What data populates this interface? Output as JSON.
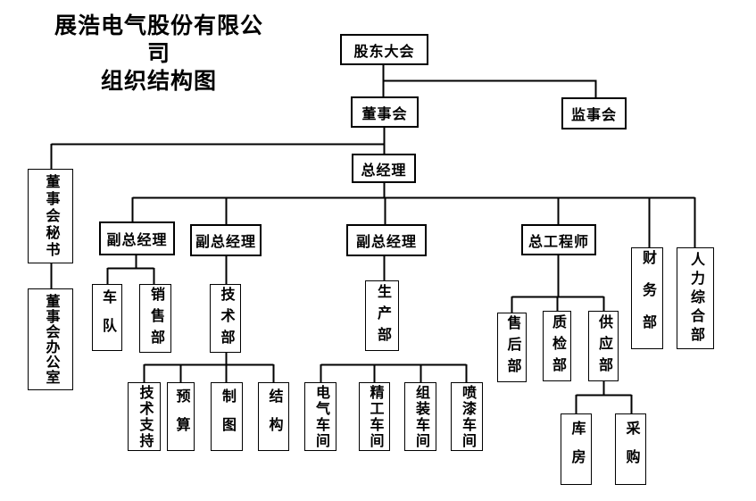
{
  "title": {
    "company": "展浩电气股份有限公司",
    "subtitle": "组织结构图"
  },
  "colors": {
    "line": "#000000",
    "box_border": "#000000",
    "text": "#000000",
    "background": "#ffffff"
  },
  "nodes": {
    "shareholders_meeting": "股东大会",
    "board_of_directors": "董事会",
    "supervisory_board": "监事会",
    "general_manager": "总经理",
    "board_secretary": "董事会秘书",
    "board_office": "董事会办公室",
    "deputy_gm_1": "副总经理",
    "deputy_gm_2": "副总经理",
    "deputy_gm_3": "副总经理",
    "chief_engineer": "总工程师",
    "finance_dept": "财务部",
    "hr_general_dept": "人力综合部",
    "motorcade": "车队",
    "sales_dept": "销售部",
    "tech_dept": "技术部",
    "production_dept": "生产部",
    "after_sales_dept": "售后部",
    "quality_dept": "质检部",
    "supply_dept": "供应部",
    "tech_support": "技术支持",
    "budget": "预算",
    "drafting": "制图",
    "structure": "结构",
    "electric_workshop": "电气车间",
    "precision_workshop": "精工车间",
    "assembly_workshop": "组装车间",
    "paint_workshop": "喷漆车间",
    "warehouse": "库房",
    "purchasing": "采购"
  },
  "edges": [
    [
      "股东大会",
      "董事会"
    ],
    [
      "股东大会",
      "监事会"
    ],
    [
      "董事会",
      "总经理"
    ],
    [
      "董事会",
      "董事会秘书"
    ],
    [
      "董事会秘书",
      "董事会办公室"
    ],
    [
      "总经理",
      "副总经理(1)"
    ],
    [
      "总经理",
      "副总经理(2)"
    ],
    [
      "总经理",
      "副总经理(3)"
    ],
    [
      "总经理",
      "总工程师"
    ],
    [
      "总经理",
      "财务部"
    ],
    [
      "总经理",
      "人力综合部"
    ],
    [
      "副总经理(1)",
      "车队"
    ],
    [
      "副总经理(1)",
      "销售部"
    ],
    [
      "副总经理(2)",
      "技术部"
    ],
    [
      "副总经理(3)",
      "生产部"
    ],
    [
      "技术部",
      "技术支持"
    ],
    [
      "技术部",
      "预算"
    ],
    [
      "技术部",
      "制图"
    ],
    [
      "技术部",
      "结构"
    ],
    [
      "生产部",
      "电气车间"
    ],
    [
      "生产部",
      "精工车间"
    ],
    [
      "生产部",
      "组装车间"
    ],
    [
      "生产部",
      "喷漆车间"
    ],
    [
      "总工程师",
      "售后部"
    ],
    [
      "总工程师",
      "质检部"
    ],
    [
      "总工程师",
      "供应部"
    ],
    [
      "供应部",
      "库房"
    ],
    [
      "供应部",
      "采购"
    ]
  ]
}
